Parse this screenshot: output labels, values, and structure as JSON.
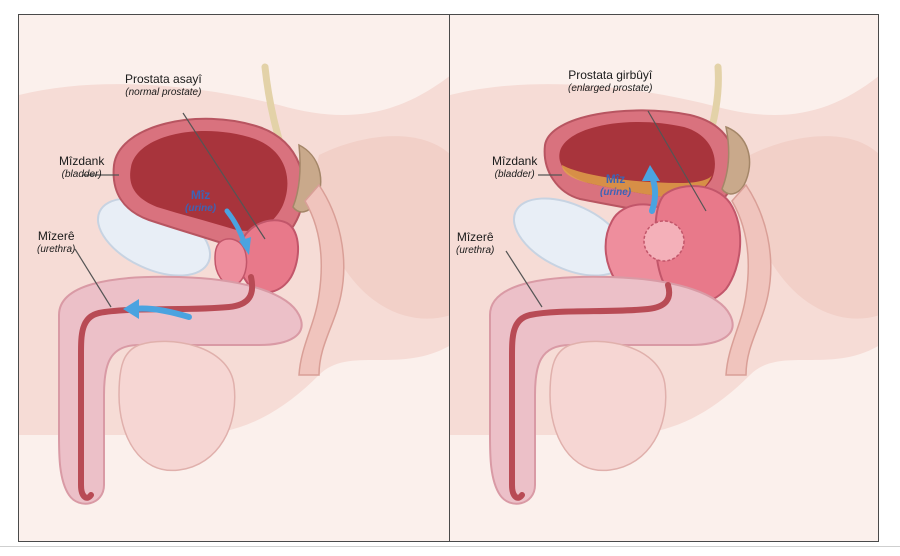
{
  "panels": [
    {
      "id": "normal",
      "labels": {
        "prostate": {
          "main": "Prostata asayî",
          "sub": "(normal prostate)"
        },
        "bladder": {
          "main": "Mîzdank",
          "sub": "(bladder)"
        },
        "urine": {
          "main": "Mîz",
          "sub": "(urine)"
        },
        "urethra": {
          "main": "Mîzerê",
          "sub": "(urethra)"
        }
      }
    },
    {
      "id": "enlarged",
      "labels": {
        "prostate": {
          "main": "Prostata girbûyî",
          "sub": "(enlarged prostate)"
        },
        "bladder": {
          "main": "Mîzdank",
          "sub": "(bladder)"
        },
        "urine": {
          "main": "Mîz",
          "sub": "(urine)"
        },
        "urethra": {
          "main": "Mîzerê",
          "sub": "(urethra)"
        }
      }
    }
  ],
  "colors": {
    "skin": "#f6dcd6",
    "skin_dark": "#e9bfb6",
    "tissue": "#e7a5a6",
    "prostate": "#e8798a",
    "bladder_wall": "#d9727e",
    "bladder_inner": "#a8343c",
    "urethra": "#b84b55",
    "arrow": "#4aa3e0",
    "bone": "#e8eef6",
    "text_blue": "#3d63b5"
  }
}
